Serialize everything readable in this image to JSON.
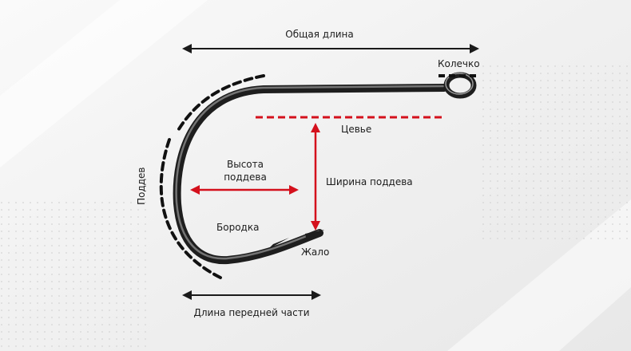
{
  "labels": {
    "overall_length": "Общая длина",
    "eye": "Колечко",
    "shank": "Цевье",
    "gape_height_line1": "Высота",
    "gape_height_line2": "поддева",
    "gape_width": "Ширина поддева",
    "bend": "Поддев",
    "barb": "Бородка",
    "point": "Жало",
    "front_length": "Длина передней части"
  },
  "colors": {
    "background": "#f2f2f2",
    "arrow_black": "#1a1a1a",
    "arrow_red": "#d4101c",
    "hook_metal": "#2b2b2b",
    "dash_black": "#111111"
  }
}
